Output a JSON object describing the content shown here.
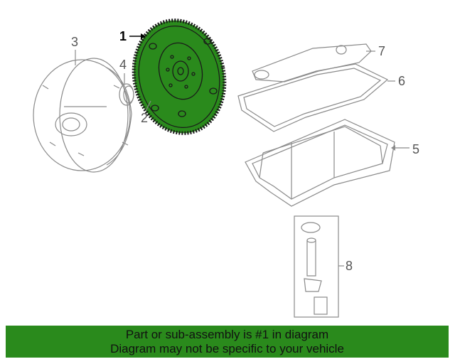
{
  "callouts": [
    {
      "id": "1",
      "text": "1",
      "active": true
    },
    {
      "id": "2",
      "text": "2"
    },
    {
      "id": "3",
      "text": "3"
    },
    {
      "id": "4",
      "text": "4"
    },
    {
      "id": "5",
      "text": "5"
    },
    {
      "id": "6",
      "text": "6"
    },
    {
      "id": "7",
      "text": "7"
    },
    {
      "id": "8",
      "text": "8"
    }
  ],
  "banner": {
    "line1": "Part or sub-assembly is #1 in diagram",
    "line2": "Diagram may not be specific to your vehicle",
    "background": "#2a8a1c"
  },
  "colors": {
    "highlight": "#2a8a1c",
    "line_art": "#8a8a8a"
  }
}
